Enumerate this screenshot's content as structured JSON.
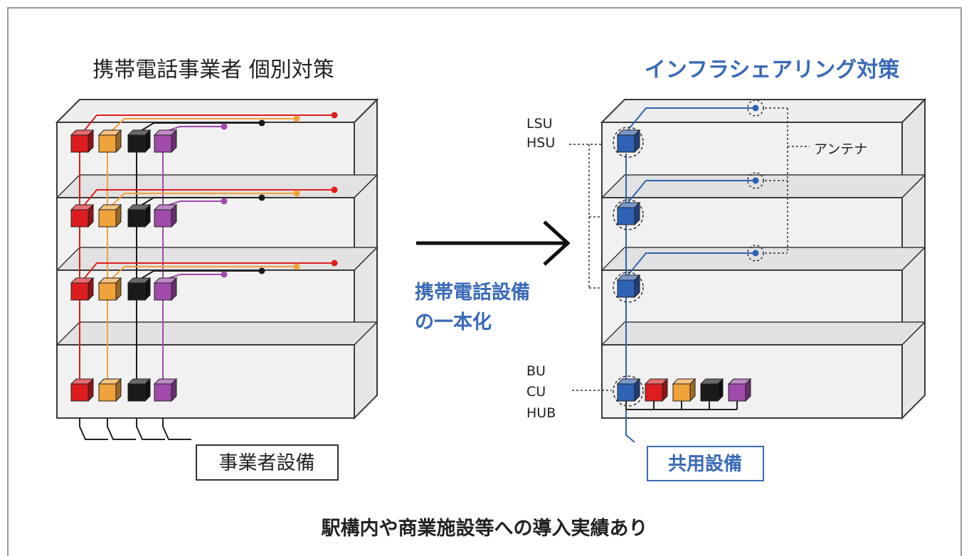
{
  "left_title": "携帯電話事業者 個別対策",
  "right_title": "インフラシェアリング対策",
  "center_label_lines": [
    "携帯電話設備",
    "の一本化"
  ],
  "operator_equipment_label": "事業者設備",
  "shared_equipment_label": "共用設備",
  "labels": {
    "lsu": "LSU",
    "hsu": "HSU",
    "antenna": "アンテナ",
    "bu": "BU",
    "cu": "CU",
    "hub": "HUB"
  },
  "footer": "駅構内や商業施設等への導入実績あり",
  "colors": {
    "red": "#dd1d20",
    "orange": "#f0a23b",
    "black": "#1a1a1a",
    "purple": "#a04aab",
    "blue": "#2f62b4",
    "title_blue": "#3a6ab6",
    "building_line": "#3a3a3a"
  }
}
